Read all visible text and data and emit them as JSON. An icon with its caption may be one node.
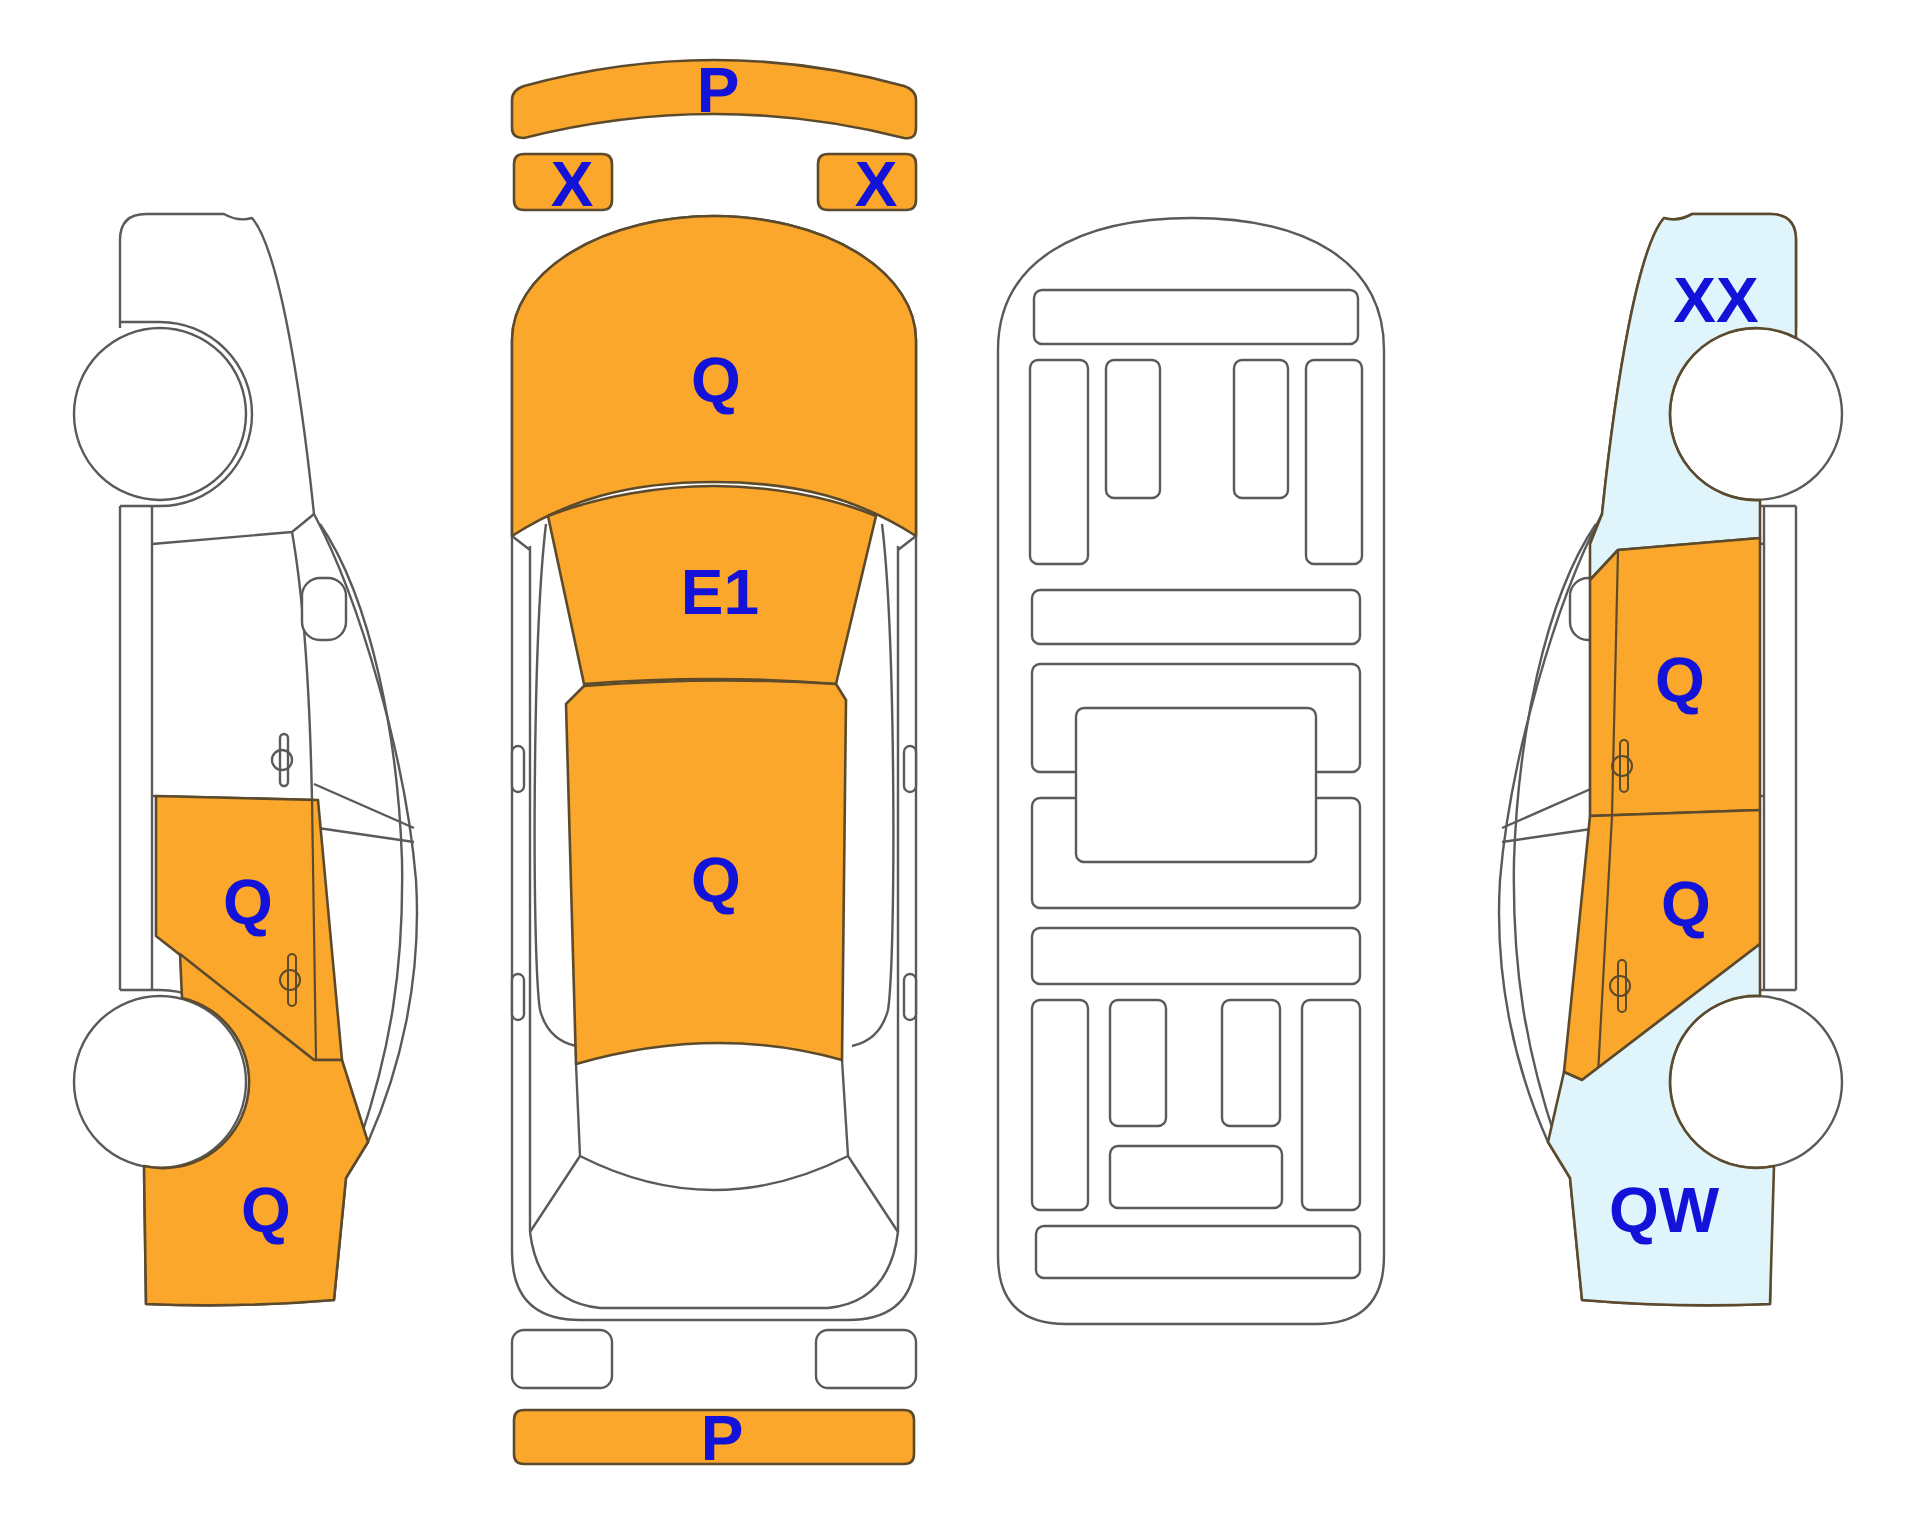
{
  "diagram": {
    "nodes": [
      {
        "text": [
          "Q"
        ]
      },
      {
        "text": [
          "Q"
        ]
      },
      {
        "text": [
          "P"
        ]
      },
      {
        "text": [
          "X"
        ]
      },
      {
        "text": [
          "X"
        ]
      },
      {
        "text": [
          "Q"
        ]
      },
      {
        "text": [
          "E1"
        ]
      },
      {
        "text": [
          "Q"
        ]
      },
      {
        "text": [
          "P"
        ]
      },
      {
        "text": [
          "XX"
        ]
      },
      {
        "text": [
          "Q"
        ]
      },
      {
        "text": [
          "Q"
        ]
      },
      {
        "text": [
          "QW"
        ]
      }
    ]
  }
}
